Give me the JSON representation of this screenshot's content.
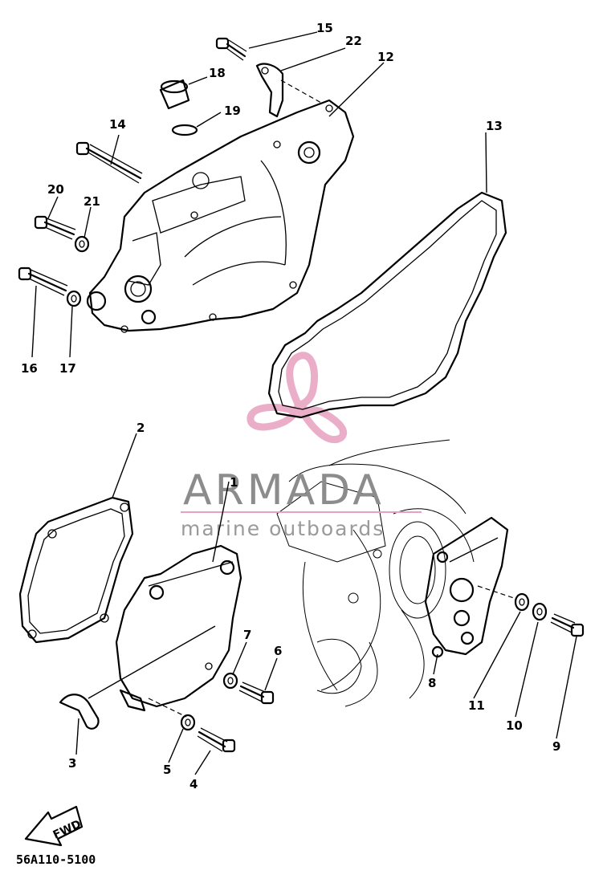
{
  "diagram": {
    "diagram_code": "56A110-5100",
    "direction_marker": "FWD",
    "watermark": {
      "brand": "ARMADA",
      "tagline": "marine outboards",
      "color_logo": "#e8a0c0",
      "color_text": "#8c8c8c"
    },
    "callouts": [
      {
        "id": "c1",
        "number": "1"
      },
      {
        "id": "c2",
        "number": "2"
      },
      {
        "id": "c3",
        "number": "3"
      },
      {
        "id": "c4",
        "number": "4"
      },
      {
        "id": "c5",
        "number": "5"
      },
      {
        "id": "c6",
        "number": "6"
      },
      {
        "id": "c7",
        "number": "7"
      },
      {
        "id": "c8",
        "number": "8"
      },
      {
        "id": "c9",
        "number": "9"
      },
      {
        "id": "c10",
        "number": "10"
      },
      {
        "id": "c11",
        "number": "11"
      },
      {
        "id": "c12",
        "number": "12"
      },
      {
        "id": "c13",
        "number": "13"
      },
      {
        "id": "c14",
        "number": "14"
      },
      {
        "id": "c15",
        "number": "15"
      },
      {
        "id": "c16",
        "number": "16"
      },
      {
        "id": "c17",
        "number": "17"
      },
      {
        "id": "c18",
        "number": "18"
      },
      {
        "id": "c19",
        "number": "19"
      },
      {
        "id": "c20",
        "number": "20"
      },
      {
        "id": "c21",
        "number": "21"
      },
      {
        "id": "c22",
        "number": "22"
      }
    ]
  }
}
